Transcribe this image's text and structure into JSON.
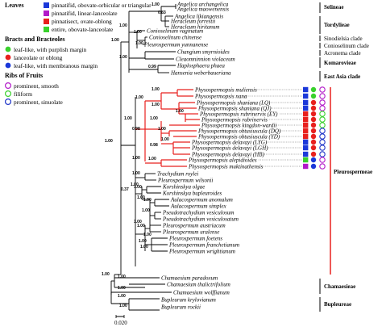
{
  "colors": {
    "blue": "#1b38d9",
    "purple": "#b219c9",
    "red": "#e8201e",
    "green": "#39d12c",
    "blue_ring": "#1f35c8",
    "red_line": "#e8201e"
  },
  "legend": {
    "leaves": {
      "heading": "Leaves",
      "items": [
        {
          "label": "pinnatifid, obovate-orbicular or triangular",
          "color": "blue"
        },
        {
          "label": "pinnatifid, linear-lanceolate",
          "color": "purple"
        },
        {
          "label": "pinnatisect, ovate-oblong",
          "color": "red"
        },
        {
          "label": "entire, obovate-lanceolate",
          "color": "green"
        }
      ]
    },
    "bracts": {
      "heading": "Bracts and Bracteoles",
      "items": [
        {
          "label": "leaf-like, with purplish margin",
          "color": "green"
        },
        {
          "label": "lanceolate or oblong",
          "color": "red"
        },
        {
          "label": "leaf-like, with membranous margin",
          "color": "blue"
        }
      ]
    },
    "ribs": {
      "heading": "Ribs of Fruits",
      "items": [
        {
          "label": "prominent, smooth",
          "color": "purple"
        },
        {
          "label": "filiform",
          "color": "green"
        },
        {
          "label": "prominent, sinuolate",
          "color": "blue"
        }
      ]
    }
  },
  "taxa": [
    {
      "name": "Angelica archangelica"
    },
    {
      "name": "Angelica maowenensis"
    },
    {
      "name": "Angelica likiangensis"
    },
    {
      "name": "Heracleum forrestii"
    },
    {
      "name": "Heracleum hiritanum"
    },
    {
      "name": "Conioselinum vaginatum"
    },
    {
      "name": "Conioselinum chinense"
    },
    {
      "name": "Pleurospermum yunnanense"
    },
    {
      "name": "Changium smyrnioides"
    },
    {
      "name": "Cleaomninnion violaceum"
    },
    {
      "name": "Haplosphaera phaea"
    },
    {
      "name": "Hansenia weberbaueriana"
    },
    {
      "name": "Physospermopsis muliensis",
      "traits": [
        "blue",
        "green",
        "purple"
      ]
    },
    {
      "name": "Physospermopsis nana",
      "traits": [
        "blue",
        "green",
        "purple"
      ]
    },
    {
      "name": "Physospermopsis shaniana (LQ)",
      "traits": [
        "blue",
        "red",
        "purple"
      ]
    },
    {
      "name": "Physospermopsis shaniana (QJ)",
      "traits": [
        "blue",
        "red",
        "purple"
      ]
    },
    {
      "name": "Physospermopsis rubrinervis (EY)",
      "traits": [
        "red",
        "red",
        "green"
      ]
    },
    {
      "name": "Physospermopsis rubrinervis",
      "traits": [
        "red",
        "red",
        "green"
      ]
    },
    {
      "name": "Physospermopsis kingdon-wardii",
      "traits": [
        "red",
        "red",
        "green"
      ]
    },
    {
      "name": "Physospermopsis obtusiuscula (DQ)",
      "traits": [
        "red",
        "red",
        "blue"
      ]
    },
    {
      "name": "Physospermopsis obtusiuscula (YD)",
      "traits": [
        "red",
        "red",
        "blue"
      ]
    },
    {
      "name": "Physospermopsis delavayi (LYG)",
      "traits": [
        "blue",
        "red",
        "blue"
      ]
    },
    {
      "name": "Physospermopsis delavayi (LGH)",
      "traits": [
        "blue",
        "red",
        "blue"
      ]
    },
    {
      "name": "Physospermopsis delavayi (HB)",
      "traits": [
        "blue",
        "red",
        "blue"
      ]
    },
    {
      "name": "Physospermopsis alepidioides",
      "traits": [
        "green",
        "blue",
        "purple"
      ]
    },
    {
      "name": "Physospermopsis muktinathensis",
      "traits": [
        "purple",
        "blue",
        "purple"
      ]
    },
    {
      "name": "Trachydium roylei"
    },
    {
      "name": "Pleurospermum wilsonii"
    },
    {
      "name": "Korshinskya olgae"
    },
    {
      "name": "Korshinskya bupleuroides"
    },
    {
      "name": "Aulacospermum anomalum"
    },
    {
      "name": "Aulacospermum simplex"
    },
    {
      "name": "Pseudotrachydium vesiculosum"
    },
    {
      "name": "Pseudotrachydium vesiculosatum"
    },
    {
      "name": "Pleurospermum austriacum"
    },
    {
      "name": "Pleurospermum uralense"
    },
    {
      "name": "Pleurospermum foetens"
    },
    {
      "name": "Pleurospermum franchetianum"
    },
    {
      "name": "Pleurospermum wrightianum"
    },
    {
      "name": "Chamaesium paradoxum"
    },
    {
      "name": "Chamaesium thalictrifolium"
    },
    {
      "name": "Chamaesium wolffianum"
    },
    {
      "name": "Bupleurum krylovianum"
    },
    {
      "name": "Bupleurum rockii"
    }
  ],
  "clades": [
    {
      "label": "Selineae",
      "bold": true
    },
    {
      "label": "Tordylieae",
      "bold": true
    },
    {
      "label": "Sinodielsia clade",
      "italic_prefix": "Sinodielsia",
      "rest": " clade"
    },
    {
      "label": "Conioselinum clade",
      "italic_prefix": "Conioselinum",
      "rest": " clade"
    },
    {
      "label": "Acronema clade",
      "italic_prefix": "Acronema",
      "rest": " clade"
    },
    {
      "label": "Komarovieae",
      "bold": true
    },
    {
      "label": "East Asia clade",
      "bold": true
    },
    {
      "label": "Pleurospermeae",
      "bold": true
    },
    {
      "label": "Chamaesieae",
      "bold": true
    },
    {
      "label": "Bupleureae",
      "bold": true
    }
  ],
  "support_values": [
    "1.00",
    "0.83",
    "1.00",
    "1.00",
    "1.00",
    "1.00",
    "0.99",
    "1.00",
    "1.00",
    "1.00",
    "1.00",
    "1.00",
    "0.98",
    "1.00",
    "1.00",
    "1.00",
    "0.98",
    "1.00",
    "1.00",
    "1.00",
    "1.00",
    "0.37",
    "1.00",
    "1.00",
    "1.00",
    "1.00",
    "1.00",
    "1.00",
    "1.00",
    "1.00",
    "1.00",
    "1.00",
    "1.00",
    "1.00",
    "1.00",
    "1.00",
    "1.00",
    "1.00"
  ],
  "scale_bar": {
    "label": "0.020"
  }
}
